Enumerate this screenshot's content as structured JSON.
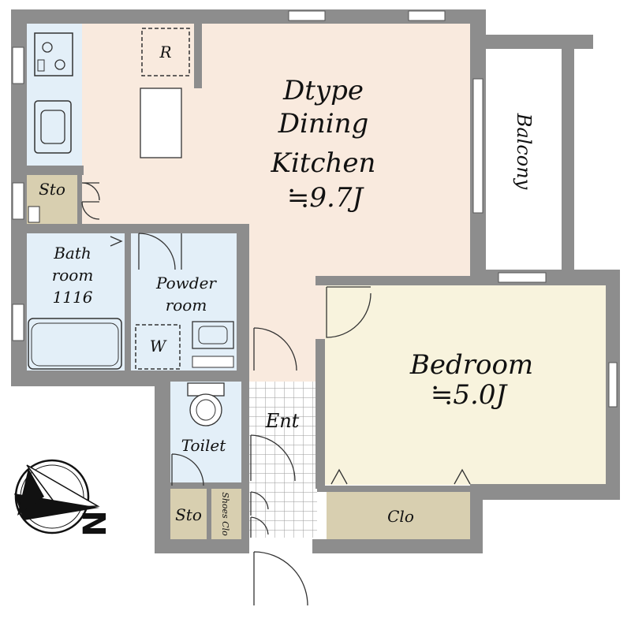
{
  "colors": {
    "kitchen_floor": "#f9eade",
    "bedroom_floor": "#f8f3dd",
    "wet_area": "#e3eff8",
    "storage": "#d8cfb0",
    "balcony": "#ffffff",
    "wall": "#8d8d8d",
    "entrance_tile": "#ffffff"
  },
  "rooms": {
    "dk": {
      "line1": "Dtype",
      "line2": "Dining",
      "line3": "Kitchen",
      "area": "≒9.7J"
    },
    "bedroom": {
      "name": "Bedroom",
      "area": "≒5.0J"
    },
    "balcony": {
      "name": "Balcony"
    },
    "bath": {
      "line1": "Bath",
      "line2": "room",
      "line3": "1116"
    },
    "powder": {
      "line1": "Powder",
      "line2": "room"
    },
    "washer": {
      "label": "W"
    },
    "fridge": {
      "label": "R"
    },
    "toilet": {
      "name": "Toilet"
    },
    "entrance": {
      "name": "Ent"
    },
    "storage_kitchen": {
      "label": "Sto"
    },
    "storage_hall": {
      "label": "Sto"
    },
    "shoes_closet": {
      "label": "Shoes Clo"
    },
    "closet": {
      "label": "Clo"
    }
  },
  "compass": {
    "label": "N",
    "icon": "compass-rose-icon"
  }
}
